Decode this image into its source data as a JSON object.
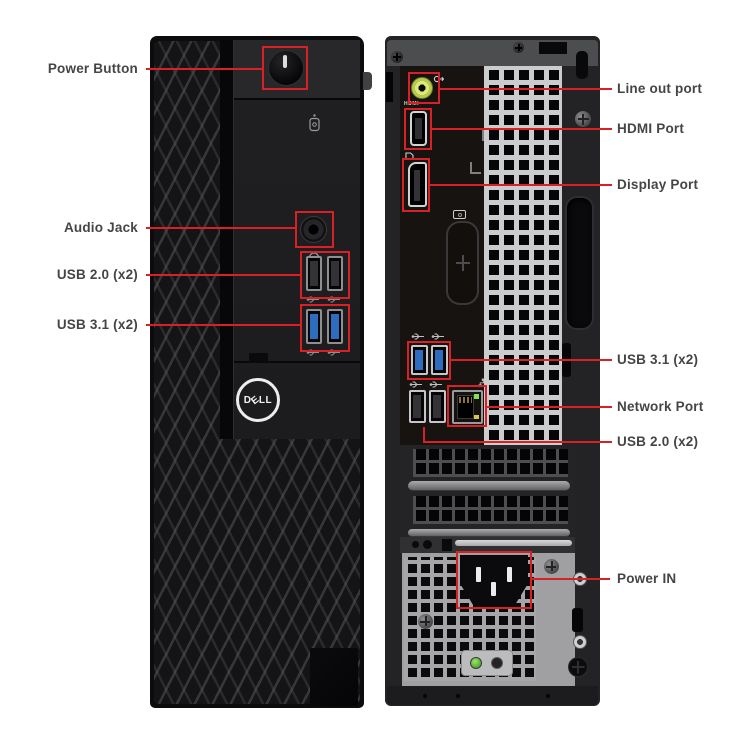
{
  "image_type": "annotated hardware port diagram (Dell SFF desktop, front and rear views)",
  "annotation": {
    "accent_color": "#d92027",
    "label_color": "#454547"
  },
  "colors": {
    "usb3_blue": "#2e6cc0",
    "lineout_green": "#c6d45a",
    "power_led_green": "#6cc94b",
    "case_black": "#141416",
    "rear_metal_gray": "#a0a0a2"
  },
  "front": {
    "logo_letters": [
      "D",
      "E",
      "L",
      "L"
    ],
    "callouts": [
      {
        "label": "Power Button"
      },
      {
        "label": "Audio Jack"
      },
      {
        "label": "USB 2.0 (x2)"
      },
      {
        "label": "USB 3.1 (x2)"
      }
    ]
  },
  "back": {
    "hdmi_label": "HDMI",
    "callouts": [
      {
        "label": "Line out port"
      },
      {
        "label": "HDMI Port"
      },
      {
        "label": "Display Port"
      },
      {
        "label": "USB 3.1 (x2)"
      },
      {
        "label": "Network Port"
      },
      {
        "label": "USB 2.0 (x2)"
      },
      {
        "label": "Power IN"
      }
    ]
  }
}
